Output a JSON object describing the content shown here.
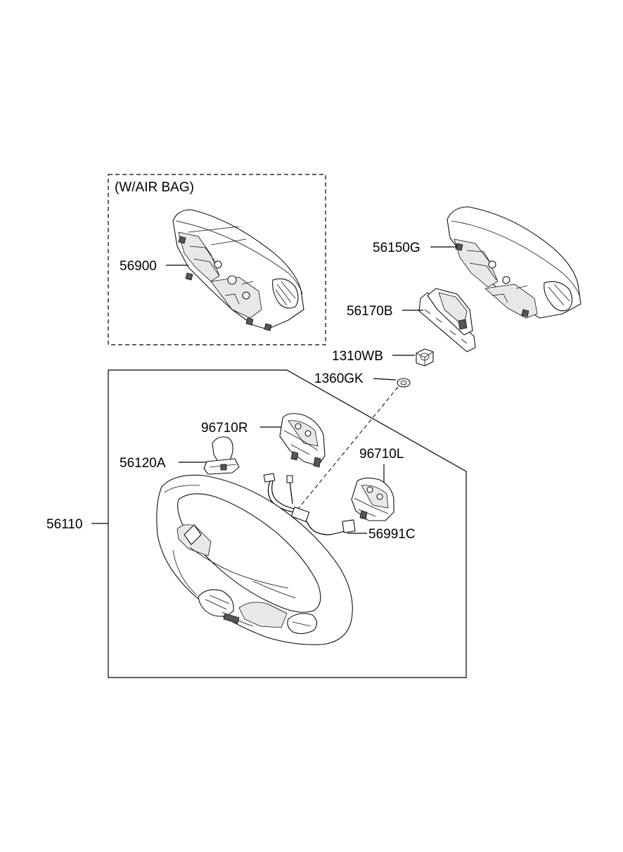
{
  "airbag_box": {
    "title": "(W/AIR BAG)"
  },
  "callouts": {
    "airbag_module": "56900",
    "horn_pad": "56150G",
    "bracket": "56170B",
    "nut_1": "1310WB",
    "nut_2": "1360GK",
    "switch_right": "96710R",
    "switch_left": "96710L",
    "damper": "56120A",
    "steering_wheel_assy": "56110",
    "extension_wire": "56991C"
  }
}
